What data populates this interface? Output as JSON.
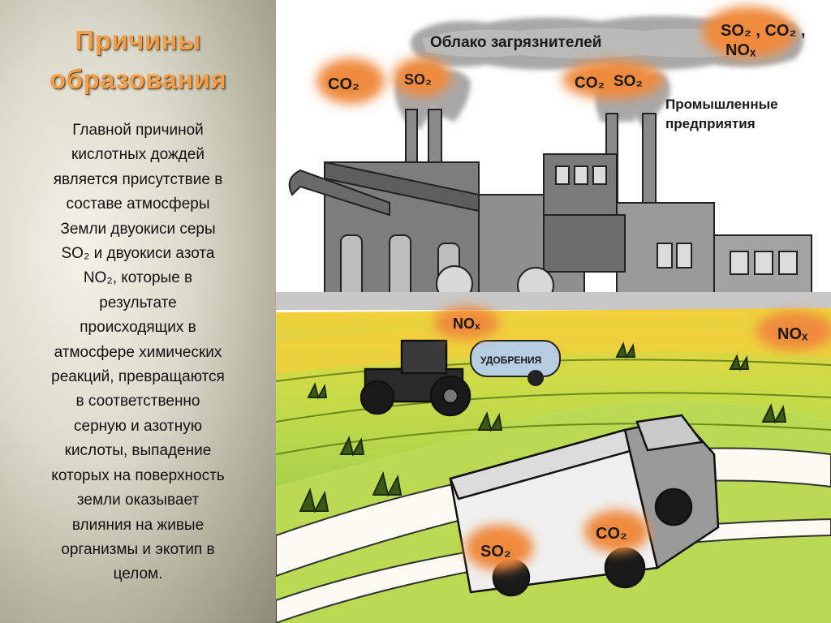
{
  "slide": {
    "title_line1": "Причины",
    "title_line2": "образования",
    "body_lines": [
      "Главной причиной",
      "кислотных дождей",
      "является присутствие в",
      "составе  атмосферы",
      "Земли  двуокиси  серы",
      "SO₂  и  двуокиси  азота",
      "NO₂,  которые  в",
      "результате",
      "происходящих в",
      "атмосфере химических",
      "реакций,  превращаются",
      "в  соответственно",
      "серную и азотную",
      "кислоты, выпадение",
      "которых на поверхность",
      "земли  оказывает",
      "влияния на живые",
      "организмы и экотип в",
      "целом."
    ]
  },
  "illustration": {
    "cloud_label": "Облако загрязнителей",
    "cloud_formula_line1": "SO₂ , CO₂ ,",
    "cloud_formula_line2": "NOₓ",
    "industry_label_line1": "Промышленные",
    "industry_label_line2": "предприятия",
    "co2_left": "CO₂",
    "so2_left": "SO₂",
    "co2_mid": "CO₂",
    "so2_mid": "SO₂",
    "nox_field": "NOₓ",
    "nox_right": "NOₓ",
    "tank_label": "УДОБРЕНИЯ",
    "truck_so2": "SO₂",
    "truck_co2": "CO₂"
  },
  "colors": {
    "title": "#f0a04a",
    "pollutant_blob": "#f08a3c",
    "smoke": "#9a9a9a",
    "field_green": "#b8d84a",
    "field_yellow": "#f3cf3a"
  }
}
